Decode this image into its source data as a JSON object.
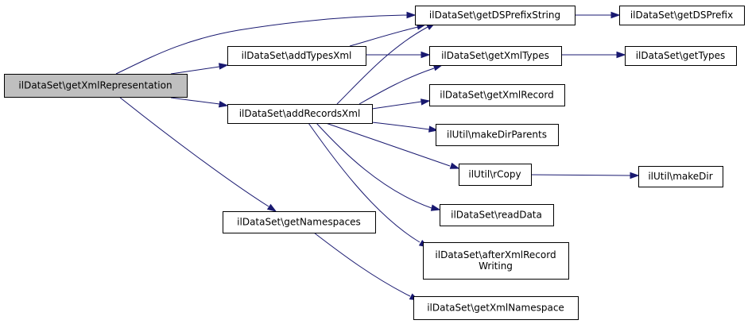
{
  "graph": {
    "edge_color": "#191970",
    "root_fill": "#bfbfbf",
    "nodes": [
      {
        "id": "getXmlRepresentation",
        "lines": [
          "ilDataSet\\getXmlRepresentation"
        ],
        "root": true
      },
      {
        "id": "addTypesXml",
        "lines": [
          "ilDataSet\\addTypesXml"
        ]
      },
      {
        "id": "addRecordsXml",
        "lines": [
          "ilDataSet\\addRecordsXml"
        ]
      },
      {
        "id": "getNamespaces",
        "lines": [
          "ilDataSet\\getNamespaces"
        ]
      },
      {
        "id": "getDSPrefixString",
        "lines": [
          "ilDataSet\\getDSPrefixString"
        ]
      },
      {
        "id": "getDSPrefix",
        "lines": [
          "ilDataSet\\getDSPrefix"
        ]
      },
      {
        "id": "getXmlTypes",
        "lines": [
          "ilDataSet\\getXmlTypes"
        ]
      },
      {
        "id": "getTypes",
        "lines": [
          "ilDataSet\\getTypes"
        ]
      },
      {
        "id": "getXmlRecord",
        "lines": [
          "ilDataSet\\getXmlRecord"
        ]
      },
      {
        "id": "makeDirParents",
        "lines": [
          "ilUtil\\makeDirParents"
        ]
      },
      {
        "id": "rCopy",
        "lines": [
          "ilUtil\\rCopy"
        ]
      },
      {
        "id": "makeDir",
        "lines": [
          "ilUtil\\makeDir"
        ]
      },
      {
        "id": "readData",
        "lines": [
          "ilDataSet\\readData"
        ]
      },
      {
        "id": "afterXmlRecordWriting",
        "lines": [
          "ilDataSet\\afterXmlRecord",
          "Writing"
        ]
      },
      {
        "id": "getXmlNamespace",
        "lines": [
          "ilDataSet\\getXmlNamespace"
        ]
      }
    ],
    "edges": [
      {
        "from": "getXmlRepresentation",
        "to": "getDSPrefixString"
      },
      {
        "from": "getXmlRepresentation",
        "to": "addTypesXml"
      },
      {
        "from": "getXmlRepresentation",
        "to": "addRecordsXml"
      },
      {
        "from": "getXmlRepresentation",
        "to": "getNamespaces"
      },
      {
        "from": "addTypesXml",
        "to": "getDSPrefixString"
      },
      {
        "from": "addTypesXml",
        "to": "getXmlTypes"
      },
      {
        "from": "addRecordsXml",
        "to": "getDSPrefixString"
      },
      {
        "from": "addRecordsXml",
        "to": "getXmlTypes"
      },
      {
        "from": "addRecordsXml",
        "to": "getXmlRecord"
      },
      {
        "from": "addRecordsXml",
        "to": "makeDirParents"
      },
      {
        "from": "addRecordsXml",
        "to": "rCopy"
      },
      {
        "from": "addRecordsXml",
        "to": "readData"
      },
      {
        "from": "addRecordsXml",
        "to": "afterXmlRecordWriting"
      },
      {
        "from": "getDSPrefixString",
        "to": "getDSPrefix"
      },
      {
        "from": "getXmlTypes",
        "to": "getTypes"
      },
      {
        "from": "rCopy",
        "to": "makeDir"
      },
      {
        "from": "getNamespaces",
        "to": "getXmlNamespace"
      }
    ]
  }
}
